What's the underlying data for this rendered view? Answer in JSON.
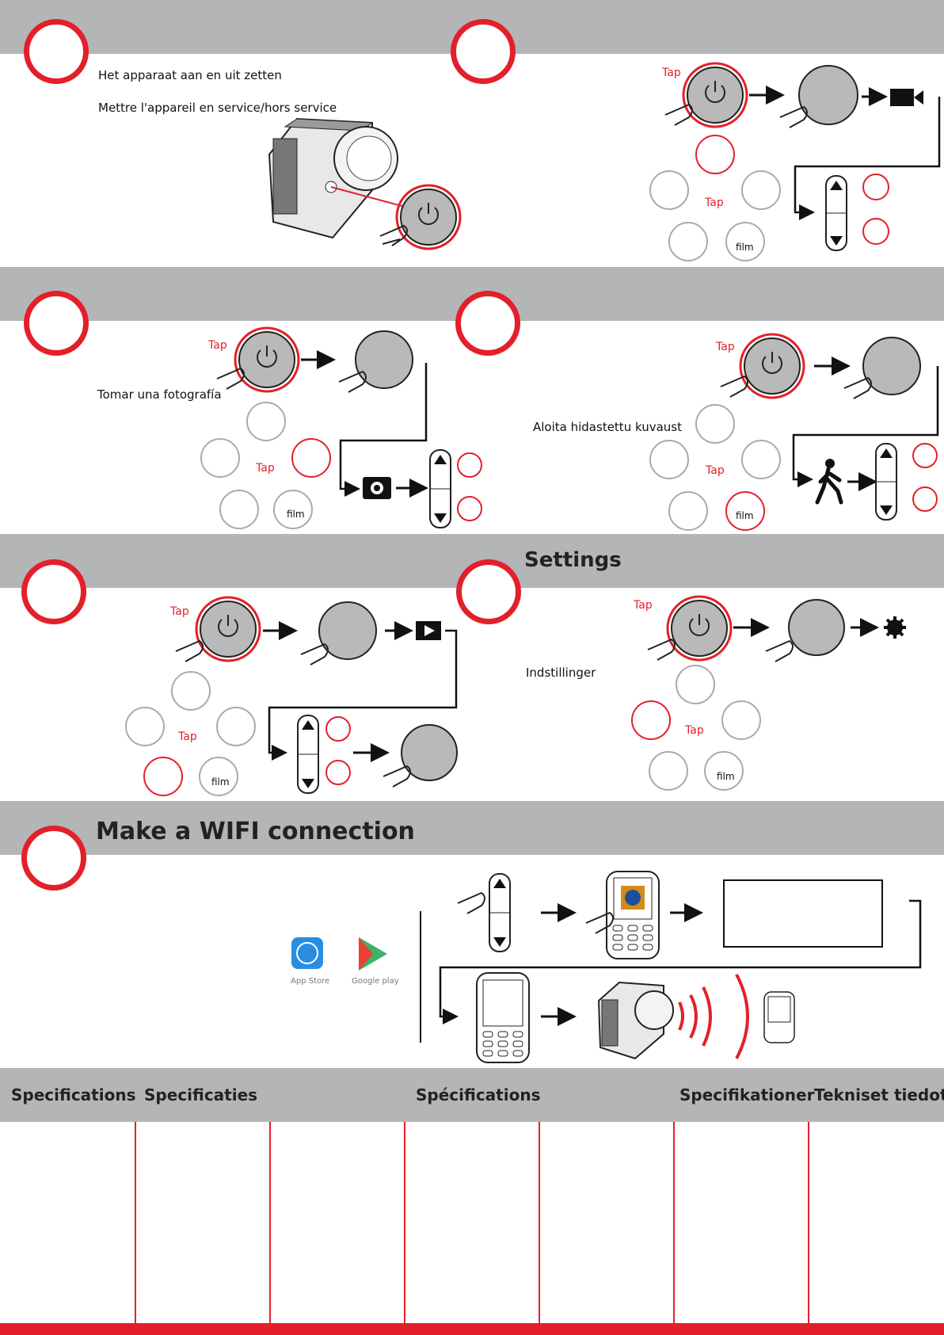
{
  "colors": {
    "accent": "#e3202a",
    "band": "#b3b5b7",
    "button_fill": "#b9b9b9"
  },
  "section1": {
    "line1": "Het apparaat aan en uit zetten",
    "line2": "Mettre l'appareil en service/hors service"
  },
  "common": {
    "tap": "Tap",
    "film": "film"
  },
  "section3": {
    "caption": "Tomar una fotografía"
  },
  "section4": {
    "caption": "Aloita hidastettu kuvaust"
  },
  "section6": {
    "title": "Settings",
    "caption": "Indstillinger"
  },
  "section7": {
    "title": "Make a WIFI connection",
    "app_store": "App Store",
    "google_play": "Google play"
  },
  "specs": {
    "headers": [
      "Specifications",
      "Specificaties",
      "",
      "Spécifications",
      "",
      "Specifikationer",
      "Tekniset tiedot"
    ]
  }
}
